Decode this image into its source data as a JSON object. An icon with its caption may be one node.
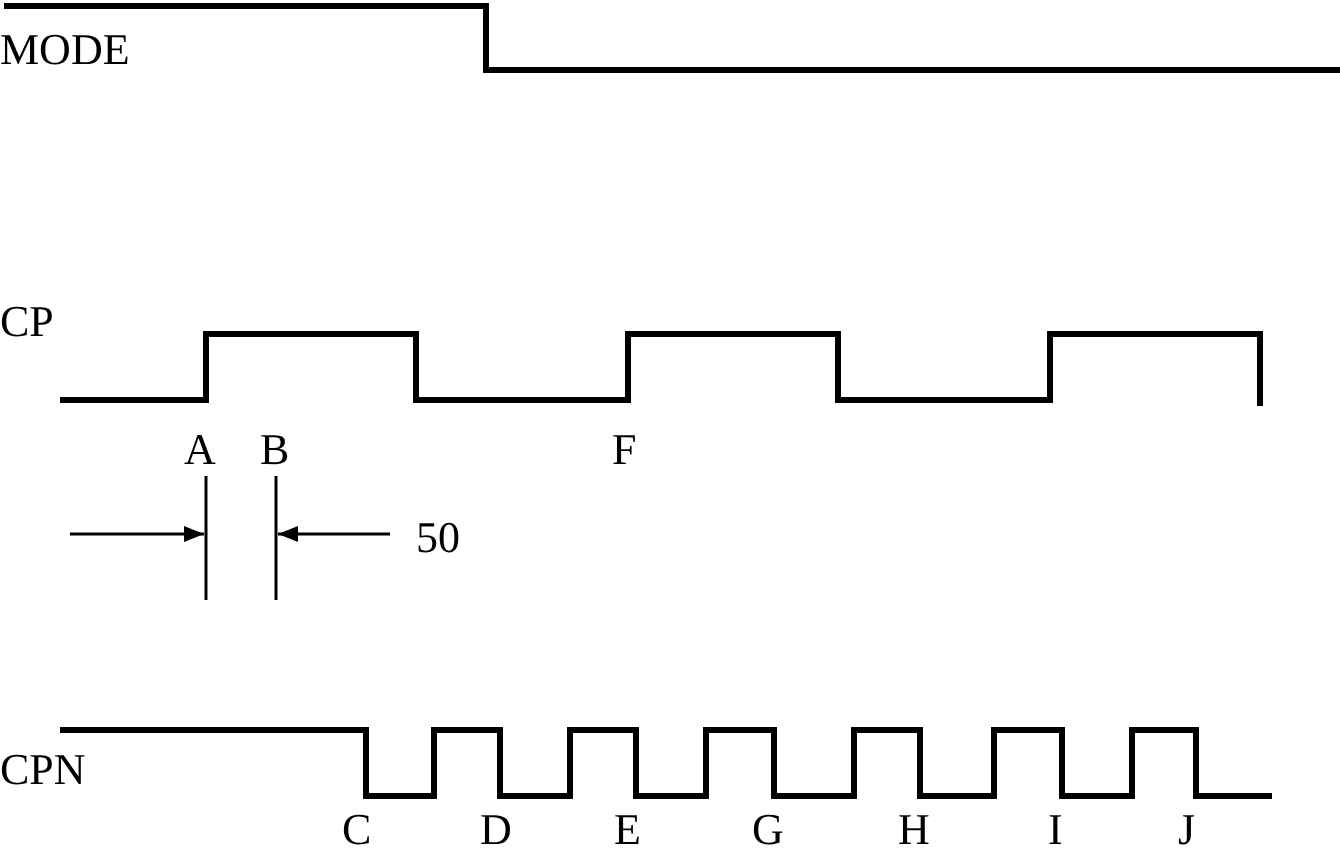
{
  "diagram": {
    "labels": [
      "MODE",
      "CP",
      "A",
      "B",
      "F",
      "50",
      "CPN",
      "C",
      "D",
      "E",
      "G",
      "H",
      "I",
      "J"
    ]
  }
}
